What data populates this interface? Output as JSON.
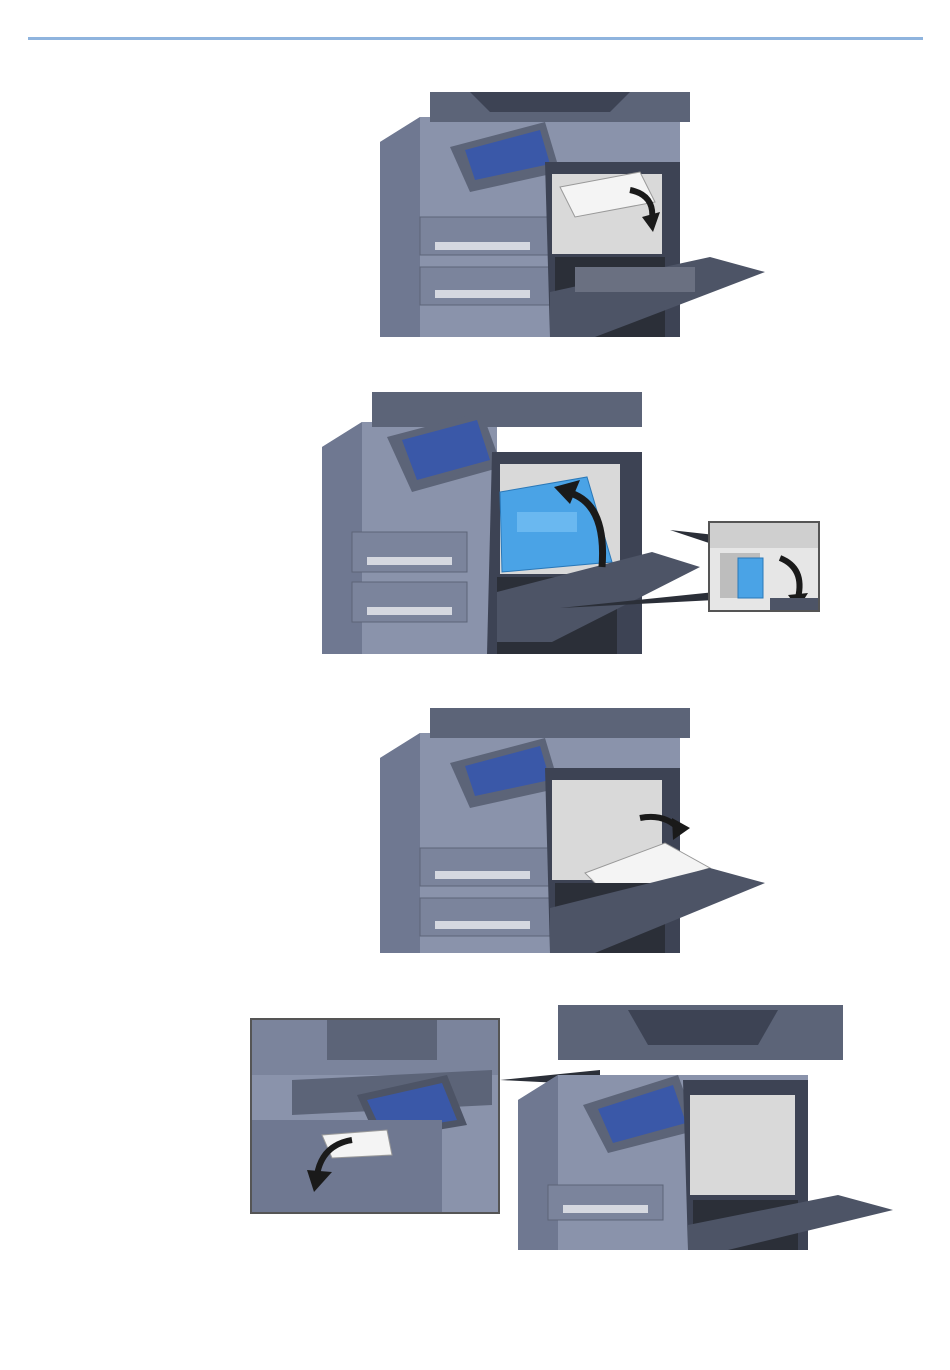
{
  "document": {
    "header_rule_color": "#8fb4de",
    "colors": {
      "machine_body": "#8a93ab",
      "machine_dark": "#5c6478",
      "machine_shadow": "#3d4354",
      "panel_screen": "#3a58a8",
      "highlight_blue": "#4aa3e6",
      "paper": "#f4f4f4",
      "arrow": "#1a1a1a"
    },
    "steps": [
      {
        "name": "step-1",
        "description_icon": "remove-jammed-paper-fuser"
      },
      {
        "name": "step-2",
        "description_icon": "open-conveyor-cover-lever"
      },
      {
        "name": "step-3",
        "description_icon": "remove-paper-duplex"
      },
      {
        "name": "step-4",
        "description_icon": "remove-paper-output-tray"
      }
    ]
  }
}
